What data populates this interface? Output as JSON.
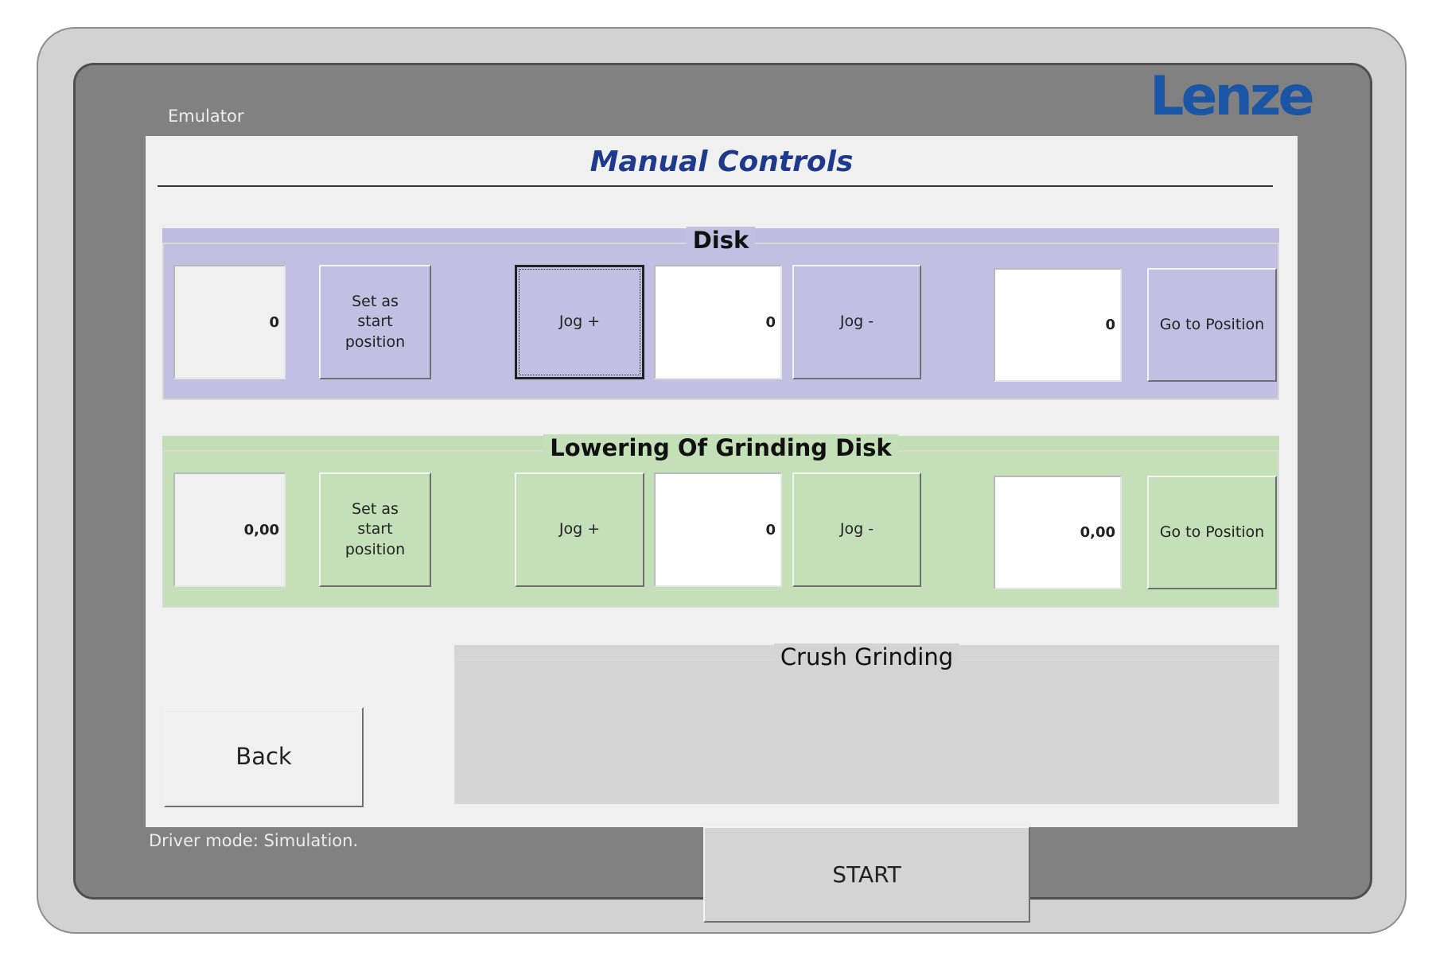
{
  "device": {
    "emulator_label": "Emulator",
    "brand": "Lenze",
    "driver_mode": "Driver mode: Simulation."
  },
  "screen": {
    "title": "Manual Controls"
  },
  "disk": {
    "label": "Disk",
    "current_position": "0",
    "set_start_label": "Set as start position",
    "jog_plus_label": "Jog +",
    "jog_value": "0",
    "jog_minus_label": "Jog -",
    "target_position": "0",
    "go_to_position_label": "Go to Position"
  },
  "grinding": {
    "label": "Lowering Of Grinding Disk",
    "current_position": "0,00",
    "set_start_label": "Set as start position",
    "jog_plus_label": "Jog +",
    "jog_value": "0",
    "jog_minus_label": "Jog -",
    "target_position": "0,00",
    "go_to_position_label": "Go to Position"
  },
  "crush": {
    "label": "Crush Grinding",
    "start_label": "START"
  },
  "back_label": "Back"
}
